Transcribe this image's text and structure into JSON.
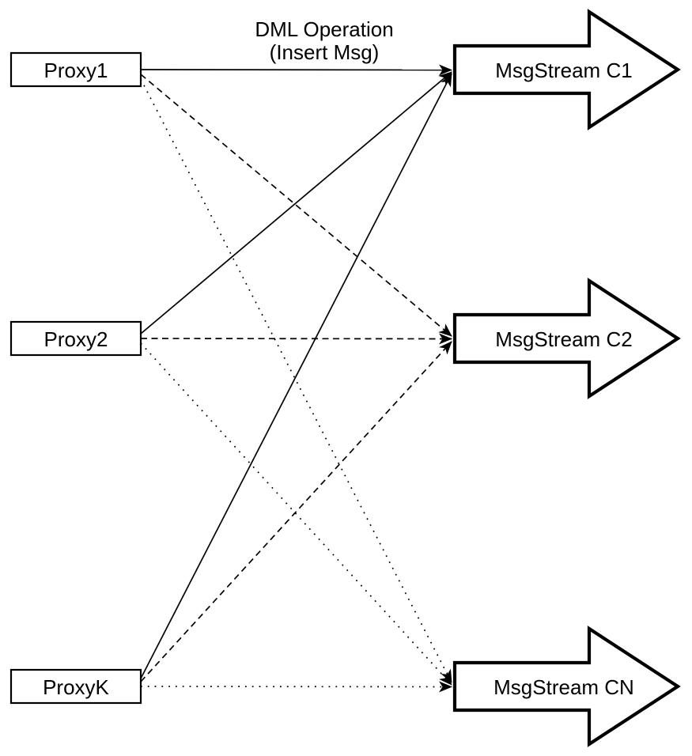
{
  "diagram": {
    "annotation": {
      "line1": "DML Operation",
      "line2": "(Insert Msg)"
    },
    "proxies": [
      {
        "label": "Proxy1"
      },
      {
        "label": "Proxy2"
      },
      {
        "label": "ProxyK"
      }
    ],
    "streams": [
      {
        "label": "MsgStream C1"
      },
      {
        "label": "MsgStream C2"
      },
      {
        "label": "MsgStream CN"
      }
    ],
    "connections": [
      {
        "from": "Proxy1",
        "to": "MsgStream C1",
        "line_style": "solid"
      },
      {
        "from": "Proxy2",
        "to": "MsgStream C1",
        "line_style": "solid"
      },
      {
        "from": "ProxyK",
        "to": "MsgStream C1",
        "line_style": "solid"
      },
      {
        "from": "Proxy1",
        "to": "MsgStream C2",
        "line_style": "dashed"
      },
      {
        "from": "Proxy2",
        "to": "MsgStream C2",
        "line_style": "dashed"
      },
      {
        "from": "ProxyK",
        "to": "MsgStream C2",
        "line_style": "dashed"
      },
      {
        "from": "Proxy1",
        "to": "MsgStream CN",
        "line_style": "dotted"
      },
      {
        "from": "Proxy2",
        "to": "MsgStream CN",
        "line_style": "dotted"
      },
      {
        "from": "ProxyK",
        "to": "MsgStream CN",
        "line_style": "dotted"
      }
    ],
    "colors": {
      "background": "#ffffff",
      "line": "#000000",
      "shape_fill": "#ffffff",
      "text": "#000000"
    }
  }
}
